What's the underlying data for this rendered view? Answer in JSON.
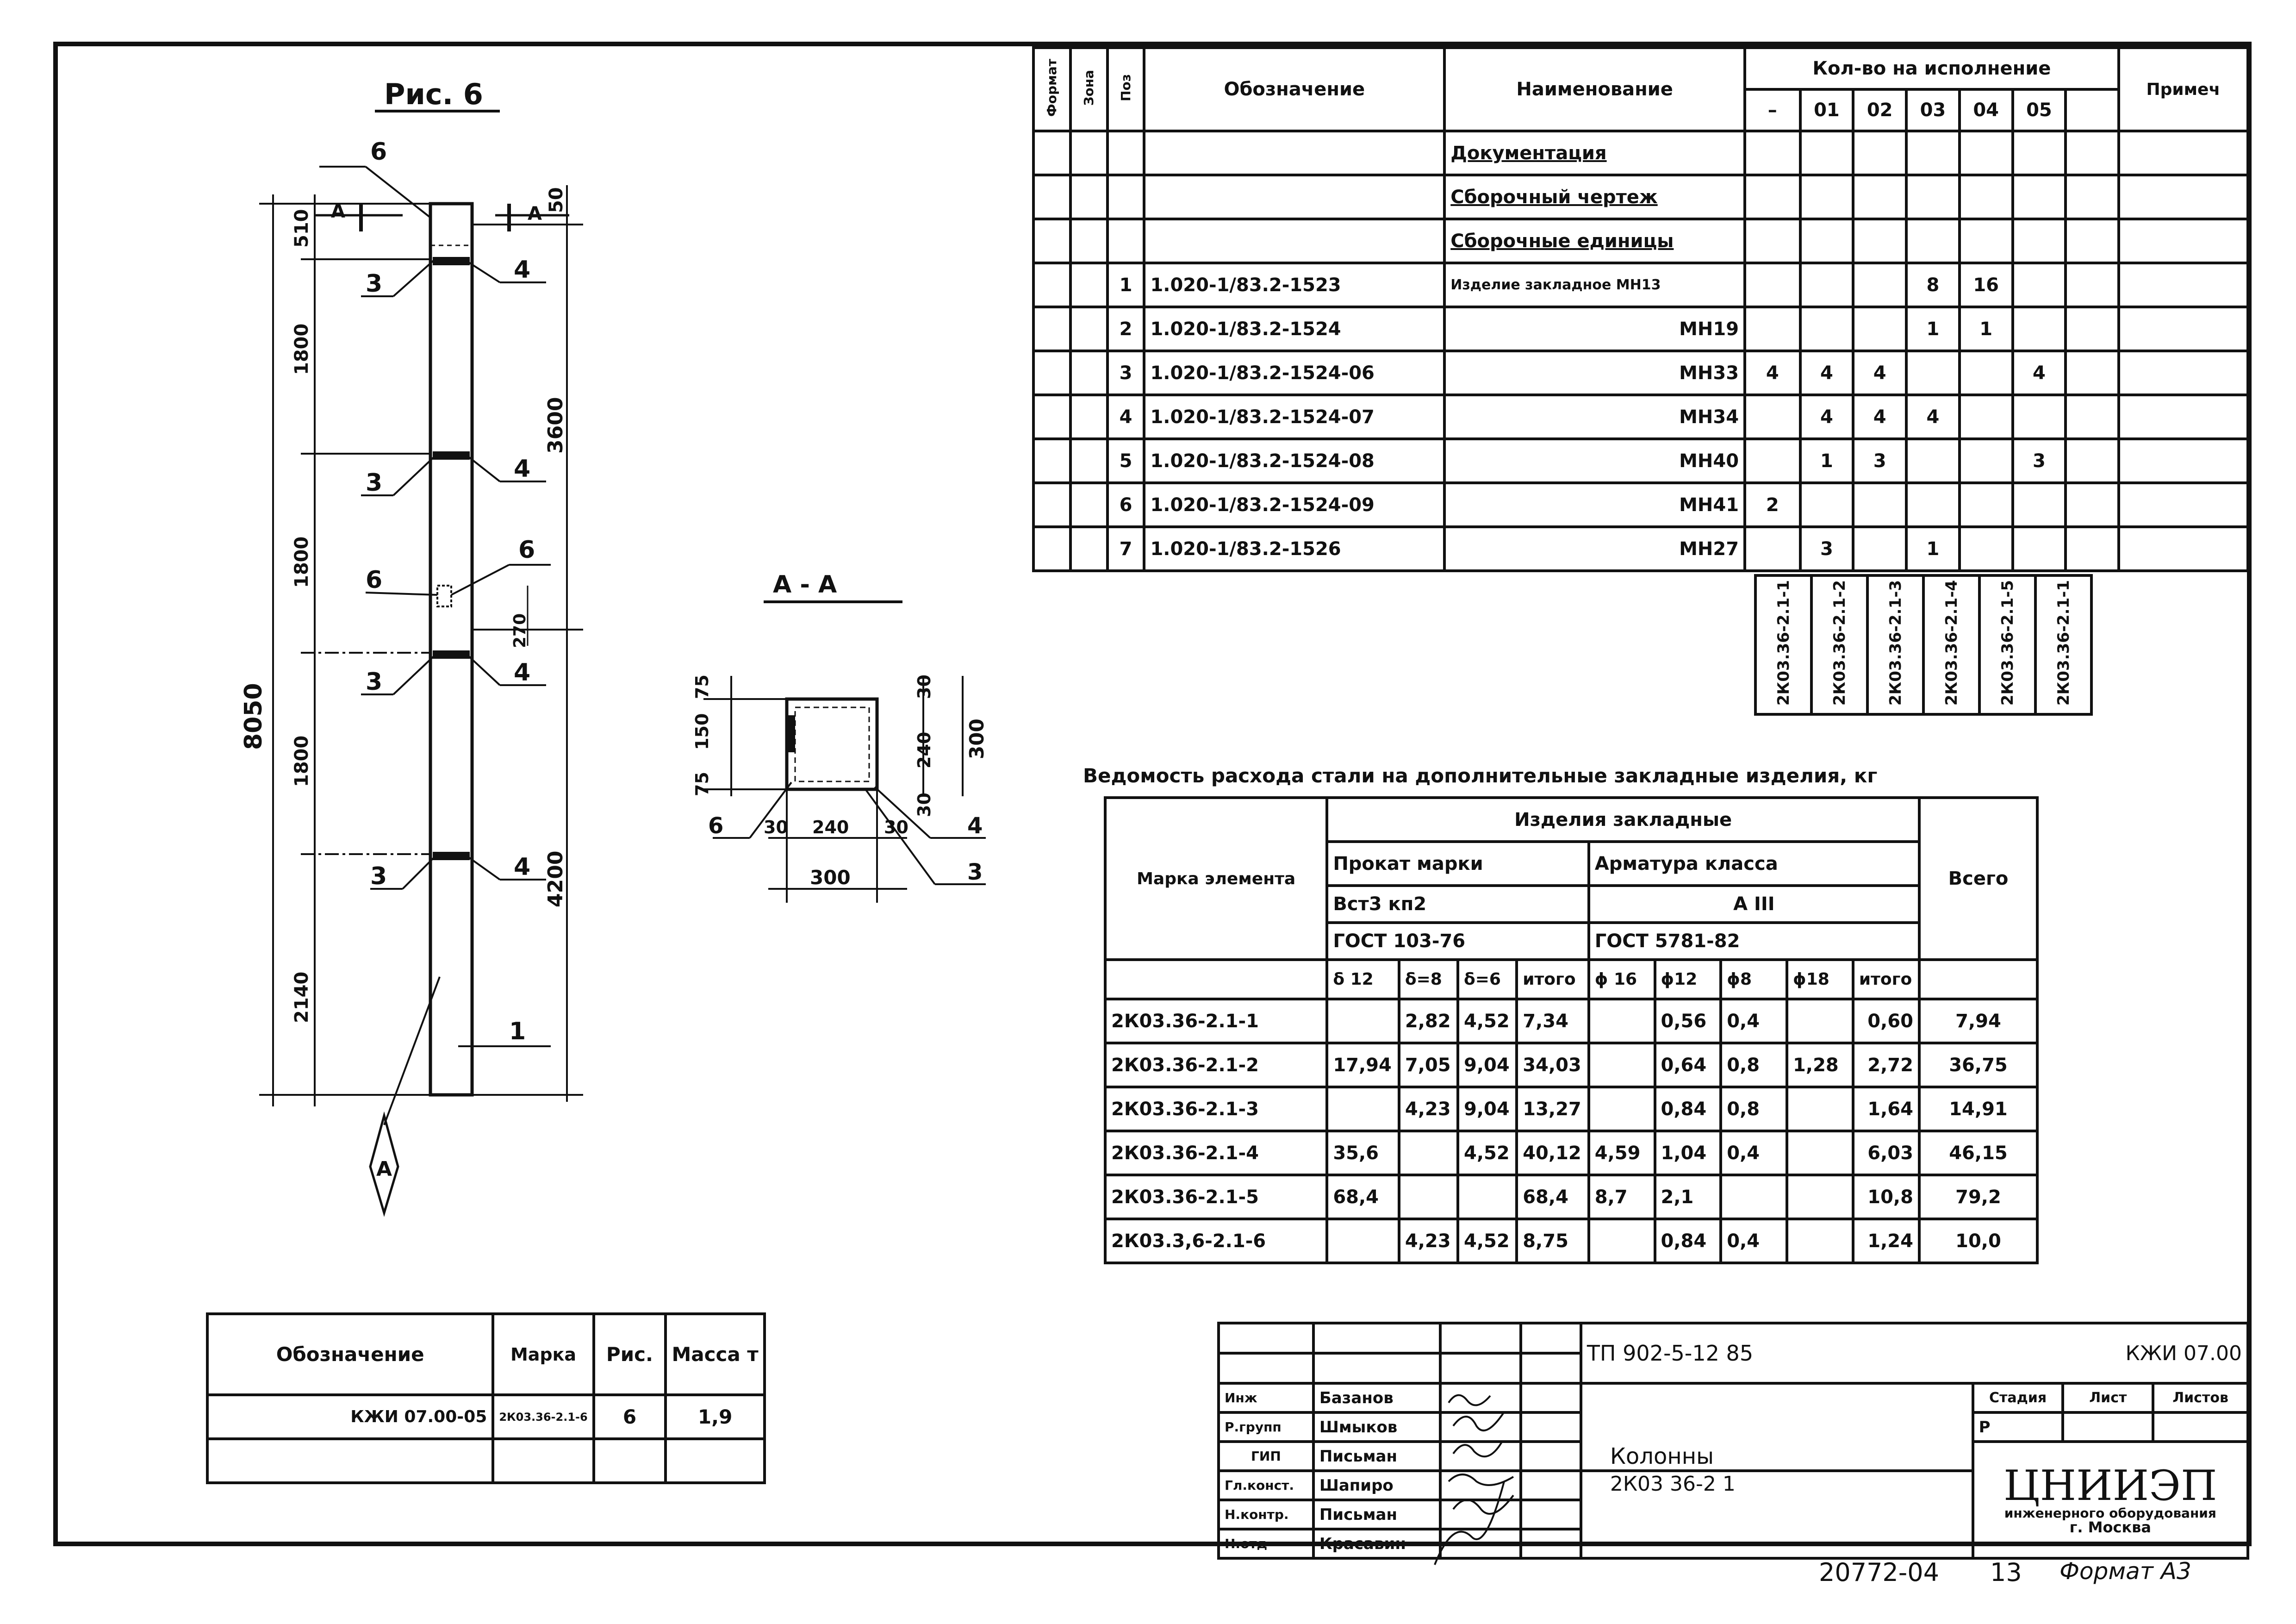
{
  "figure": {
    "title": "Рис. 6",
    "section_label": "А - А",
    "marks": {
      "A_left": "А",
      "A_right": "А",
      "six": "6",
      "three": "3",
      "four": "4",
      "one": "1",
      "callout": "А"
    },
    "dims_left": [
      "510",
      "1800",
      "1800",
      "1800",
      "2140"
    ],
    "dims_right": [
      "50",
      "3600",
      "4200"
    ],
    "total": "8050",
    "dim_mid": "270",
    "section_dims": {
      "top": "75",
      "mid": "150",
      "bottom": "75",
      "right_top": "30",
      "right_mid": "240",
      "right_bottom": "30",
      "overall": "300",
      "b1": "30",
      "b2": "240",
      "b3": "30",
      "bottom_overall": "300"
    }
  },
  "spec": {
    "headers": {
      "format": "Формат",
      "zone": "Зона",
      "pos": "Поз",
      "designation": "Обозначение",
      "name": "Наименование",
      "qty": "Кол-во на исполнение",
      "note": "Примеч"
    },
    "variants": [
      "–",
      "01",
      "02",
      "03",
      "04",
      "05",
      ""
    ],
    "sections": [
      "Документация",
      "Сборочный чертеж",
      "Сборочные единицы"
    ],
    "rows": [
      {
        "pos": "1",
        "designation": "1.020-1/83.2-1523",
        "name": "Изделие закладное МН13",
        "q": [
          "",
          "",
          "",
          "8",
          "16",
          "",
          ""
        ]
      },
      {
        "pos": "2",
        "designation": "1.020-1/83.2-1524",
        "name": "МН19",
        "q": [
          "",
          "",
          "",
          "1",
          "1",
          "",
          ""
        ]
      },
      {
        "pos": "3",
        "designation": "1.020-1/83.2-1524-06",
        "name": "МН33",
        "q": [
          "4",
          "4",
          "4",
          "",
          "",
          "4",
          ""
        ]
      },
      {
        "pos": "4",
        "designation": "1.020-1/83.2-1524-07",
        "name": "МН34",
        "q": [
          "",
          "4",
          "4",
          "4",
          "",
          "",
          ""
        ]
      },
      {
        "pos": "5",
        "designation": "1.020-1/83.2-1524-08",
        "name": "МН40",
        "q": [
          "",
          "1",
          "3",
          "",
          "",
          "3",
          ""
        ]
      },
      {
        "pos": "6",
        "designation": "1.020-1/83.2-1524-09",
        "name": "МН41",
        "q": [
          "2",
          "",
          "",
          "",
          "",
          "",
          ""
        ]
      },
      {
        "pos": "7",
        "designation": "1.020-1/83.2-1526",
        "name": "МН27",
        "q": [
          "",
          "3",
          "",
          "1",
          "",
          "",
          ""
        ]
      }
    ],
    "variant_codes": [
      "2К03.36-2.1-1",
      "2К03.36-2.1-2",
      "2К03.36-2.1-3",
      "2К03.36-2.1-4",
      "2К03.36-2.1-5",
      "2К03.36-2.1-1"
    ]
  },
  "steel": {
    "title": "Ведомость расхода стали на дополнительные закладные изделия, кг",
    "h_embedded": "Изделия закладные",
    "h_mark": "Марка элемента",
    "h_rolled": "Прокат марки",
    "rolled_grade": "Вст3 кп2",
    "rolled_gost": "ГОСТ 103-76",
    "h_rebar": "Арматура класса",
    "rebar_class": "А III",
    "rebar_gost": "ГОСТ 5781-82",
    "h_total": "Всего",
    "subcols": [
      "δ 12",
      "δ=8",
      "δ=6",
      "итого",
      "ϕ 16",
      "ϕ12",
      "ϕ8",
      "ϕ18",
      "итого"
    ],
    "rows": [
      {
        "mark": "2К03.36-2.1-1",
        "v": [
          "",
          "2,82",
          "4,52",
          "7,34",
          "",
          "0,56",
          "0,4",
          "",
          "0,60"
        ],
        "total": "7,94"
      },
      {
        "mark": "2К03.36-2.1-2",
        "v": [
          "17,94",
          "7,05",
          "9,04",
          "34,03",
          "",
          "0,64",
          "0,8",
          "1,28",
          "2,72"
        ],
        "total": "36,75"
      },
      {
        "mark": "2К03.36-2.1-3",
        "v": [
          "",
          "4,23",
          "9,04",
          "13,27",
          "",
          "0,84",
          "0,8",
          "",
          "1,64"
        ],
        "total": "14,91"
      },
      {
        "mark": "2К03.36-2.1-4",
        "v": [
          "35,6",
          "",
          "4,52",
          "40,12",
          "4,59",
          "1,04",
          "0,4",
          "",
          "6,03"
        ],
        "total": "46,15"
      },
      {
        "mark": "2К03.36-2.1-5",
        "v": [
          "68,4",
          "",
          "",
          "68,4",
          "8,7",
          "2,1",
          "",
          "",
          "10,8"
        ],
        "total": "79,2"
      },
      {
        "mark": "2К03.3,6-2.1-6",
        "v": [
          "",
          "4,23",
          "4,52",
          "8,75",
          "",
          "0,84",
          "0,4",
          "",
          "1,24"
        ],
        "total": "10,0"
      }
    ]
  },
  "mass_table": {
    "headers": [
      "Обозначение",
      "Марка",
      "Рис.",
      "Масса т"
    ],
    "row": [
      "КЖИ 07.00-05",
      "2К03.36-2.1-6",
      "6",
      "1,9"
    ]
  },
  "title_block": {
    "project": "ТП 902-5-12 85",
    "doc_code": "КЖИ 07.00",
    "roles": [
      "Инж",
      "Р.групп",
      "ГИП",
      "Гл.конст.",
      "Н.контр.",
      "Н.отд"
    ],
    "names": [
      "Базанов",
      "Шмыков",
      "Письман",
      "Шапиро",
      "Письман",
      "Красавин"
    ],
    "object_name": "Колонны",
    "object_mark": "2К03 36-2 1",
    "stage_h": "Стадия",
    "sheet_h": "Лист",
    "sheets_h": "Листов",
    "stage": "Р",
    "org": "ЦНИИЭП",
    "org_sub": "инженерного оборудования",
    "org_city": "г. Москва"
  },
  "footer": {
    "number": "20772-04",
    "page": "13",
    "format": "Формат А3"
  }
}
